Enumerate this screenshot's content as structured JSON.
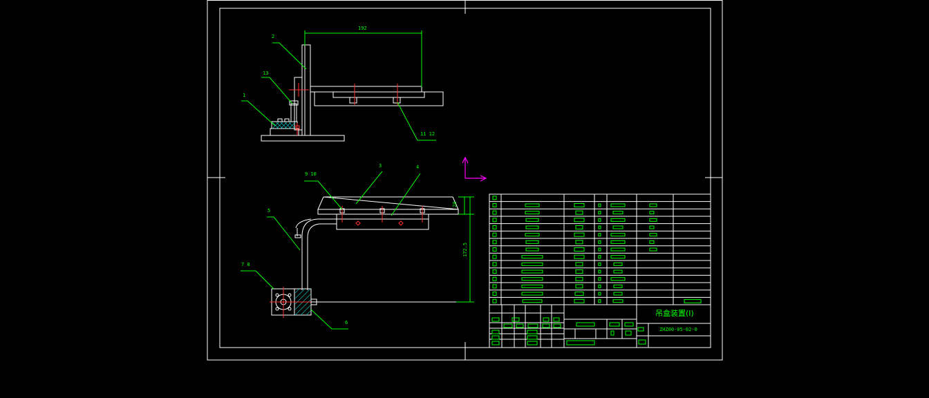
{
  "title_block": {
    "drawing_name": "吊盒装置(I)",
    "drawing_number": "ZHZ00-05-02-0"
  },
  "dimensions": {
    "top_width": "192",
    "bracket_height": "20",
    "total_height": "172.5"
  },
  "part_callouts": {
    "p1": "1",
    "p2": "2",
    "p3": "3",
    "p4": "4",
    "p5": "5",
    "p6": "6",
    "p7_8": "7 8",
    "p9_10": "9 10",
    "p11_12": "11 12",
    "p13": "13"
  },
  "colors": {
    "background": "#000000",
    "outline": "#ffffff",
    "annotation": "#00ff00",
    "centerline": "#ff3030",
    "ucs": "#ff00ff"
  }
}
